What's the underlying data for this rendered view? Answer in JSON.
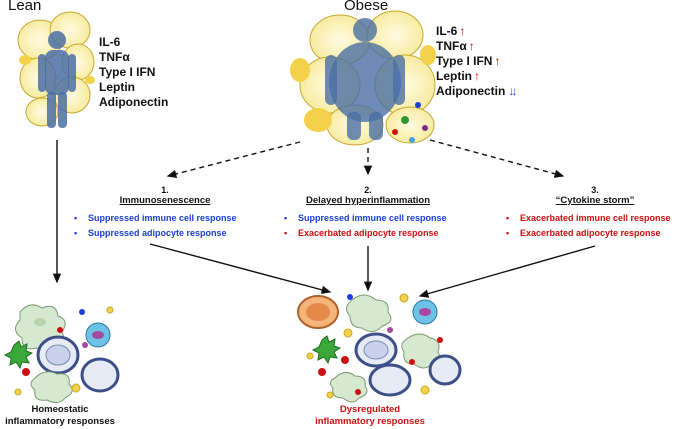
{
  "panels": {
    "lean": {
      "title": "Lean",
      "cytokines": [
        "IL-6",
        "TNFα",
        "Type I IFN",
        "Leptin",
        "Adiponectin"
      ]
    },
    "obese": {
      "title": "Obese",
      "cytokines": [
        {
          "label": "IL-6",
          "arrow": "↑"
        },
        {
          "label": "TNFα",
          "arrow": "↑"
        },
        {
          "label": "Type I IFN",
          "arrow": "↑"
        },
        {
          "label": "Leptin",
          "arrow": "↑"
        },
        {
          "label": "Adiponectin",
          "arrow": "↓↓"
        }
      ]
    }
  },
  "steps": [
    {
      "number": "1.",
      "title": "Immunosenescence",
      "bullets": [
        {
          "text": "Suppressed immune cell response",
          "color": "blue"
        },
        {
          "text": "Suppressed adipocyte response",
          "color": "blue"
        }
      ]
    },
    {
      "number": "2.",
      "title": "Delayed hyperinflammation",
      "bullets": [
        {
          "text": "Suppressed immune cell response",
          "color": "blue"
        },
        {
          "text": "Exacerbated adipocyte response",
          "color": "red"
        }
      ]
    },
    {
      "number": "3.",
      "title": "“Cytokine storm”",
      "bullets": [
        {
          "text": "Exacerbated immune cell response",
          "color": "red"
        },
        {
          "text": "Exacerbated adipocyte response",
          "color": "red"
        }
      ]
    }
  ],
  "outcomes": {
    "lean": {
      "line1": "Homeostatic",
      "line2": "inflammatory responses"
    },
    "obese": {
      "line1": "Dysregulated",
      "line2": "inflammatory responses"
    }
  },
  "colors": {
    "accent_blue": "#1a3fd8",
    "accent_red": "#cc1010",
    "adipocyte_fill": "#fbf3b4",
    "body_silhouette": "#4a6fa5"
  }
}
